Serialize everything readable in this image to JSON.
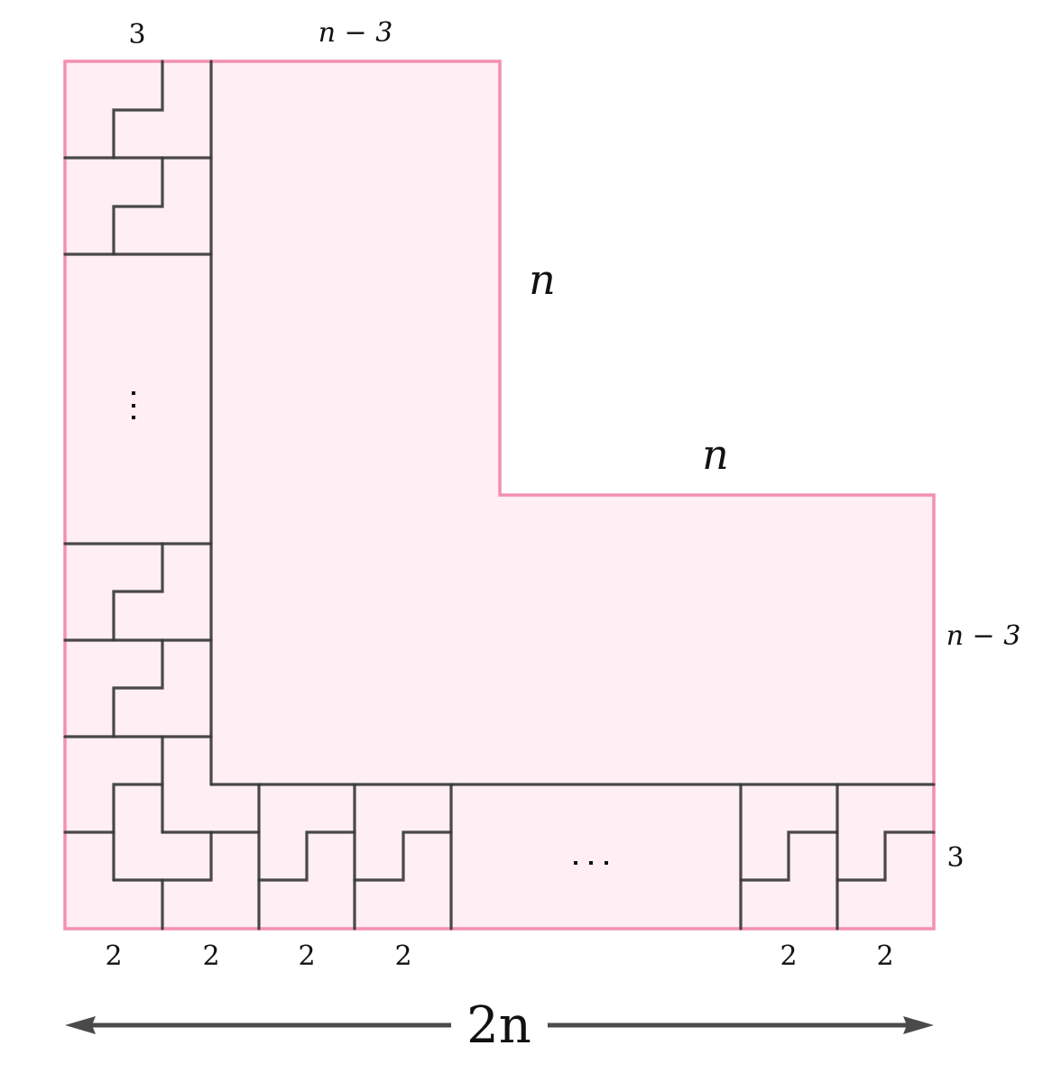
{
  "diagram": {
    "description": "L-shaped region tiled by polyomino pieces along its 3-wide border strips",
    "colors": {
      "region_fill": "#ffeef4",
      "region_border": "#f48fb1",
      "tile_lines": "#3a3a3a",
      "arrow": "#4a4a4a"
    },
    "labels": {
      "top_left_width": "3",
      "top_right_width": "n − 3",
      "inner_vertical": "n",
      "inner_horizontal": "n",
      "right_upper_height": "n − 3",
      "right_lower_height": "3",
      "bottom_widths": [
        "2",
        "2",
        "2",
        "2",
        "2",
        "2"
      ],
      "total_width": "2n",
      "vertical_ellipsis": "⋮",
      "horizontal_ellipsis": "⋯"
    }
  }
}
